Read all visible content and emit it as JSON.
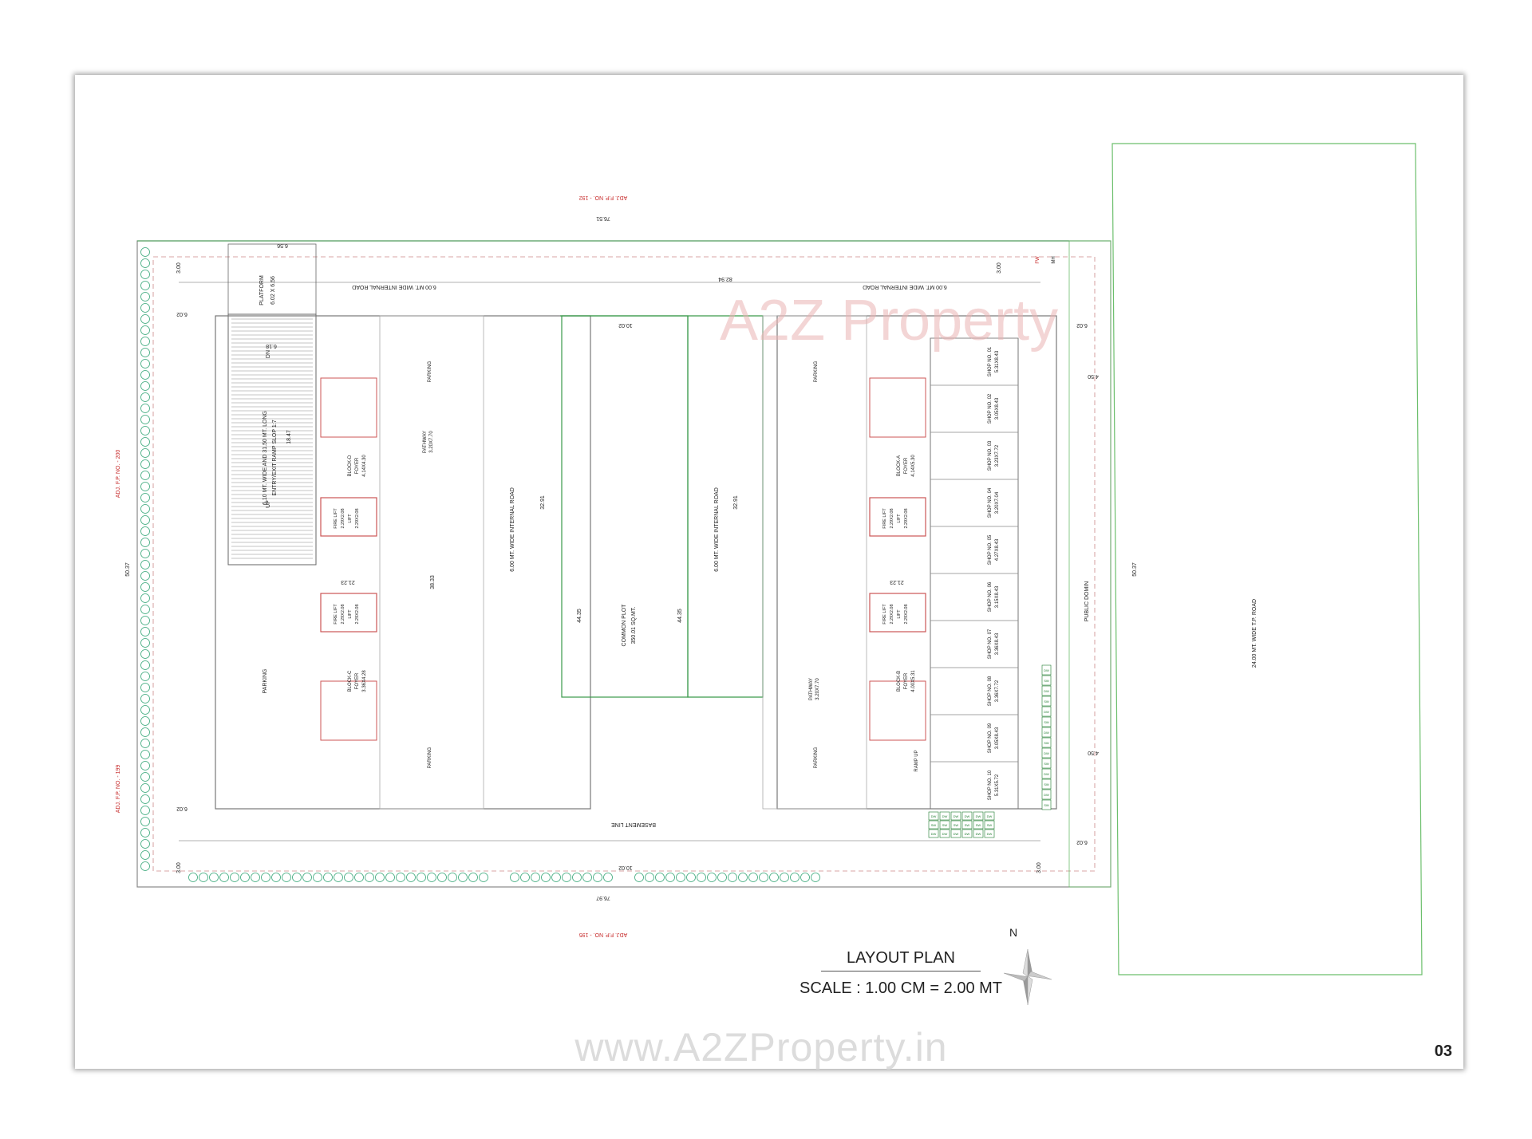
{
  "drawing": {
    "title": "LAYOUT PLAN",
    "scale": "SCALE : 1.00 CM = 2.00 MT",
    "page_number": "03",
    "watermark_url": "www.A2ZProperty.in",
    "watermark_logo": "A2Z Property",
    "north_label": "N"
  },
  "adjacent_plots": {
    "top": "ADJ. F.P. NO. - 192",
    "bottom": "ADJ. F.P. NO. - 195",
    "left_upper": "ADJ. F.P. NO. - 200",
    "left_lower": "ADJ. F.P. NO. - 199"
  },
  "dimensions": {
    "top_length": "76.51",
    "bottom_length": "76.97",
    "left_depth": "50.37",
    "right_depth": "50.37",
    "platform_span": "6.56",
    "right_span": "82.94",
    "common_top": "10.02",
    "common_bottom": "10.02",
    "common_left": "44.35",
    "common_right": "44.35",
    "road_left": "32.91",
    "road_right": "32.91",
    "margin_top_left": "3.00",
    "margin_top_right": "3.00",
    "margin_bottom_left": "3.00",
    "margin_bottom_right": "3.00",
    "margin_left_top": "6.02",
    "margin_left_bottom": "6.02",
    "margin_right_top": "6.02",
    "margin_right_bottom": "6.02",
    "public_domain_top": "4.50",
    "public_domain_bottom": "4.50",
    "ramp_length": "18.47",
    "ramp_width": "6.18",
    "parking_width": "38.33",
    "block_c_d_gap": "21.23",
    "block_a_b_gap": "21.23"
  },
  "labels": {
    "internal_road_top_left": "6.00 MT. WIDE INTERNAL ROAD",
    "internal_road_top_right": "6.00 MT. WIDE INTERNAL ROAD",
    "internal_road_left": "6.00 MT. WIDE INTERNAL ROAD",
    "internal_road_right": "6.00 MT. WIDE INTERNAL ROAD",
    "platform": "PLATFORM",
    "platform_size": "6.02 X 6.56",
    "ramp_line1": "6.10 MT. WIDE AND 31.50 MT. LONG",
    "ramp_line2": "ENTRY/EXIT RAMP SLOP 1:7",
    "ramp_up": "UP",
    "ramp_dn": "DN",
    "common_plot": "COMMON PLOT",
    "common_plot_area": "350.01 SQ.MT.",
    "basement_line": "BASEMENT LINE",
    "public_domain": "PUBLIC DOMIN",
    "tp_road": "24.00 MT. WIDE T.P. ROAD",
    "parking": "PARKING",
    "pathway": "PATHWAY",
    "pathway_size": "3.20X7.70",
    "ramp_up_small": "RAMP UP",
    "fp": "FW",
    "mh": "MH"
  },
  "blocks": [
    {
      "name": "BLOCK-D",
      "foyer": "FOYER",
      "size": "4.14X4.30",
      "lift": "LIFT",
      "lift_size": "2.29X2.08",
      "fire_lift": "FIRE LIFT",
      "fire_lift_size": "2.29X2.08"
    },
    {
      "name": "BLOCK-C",
      "foyer": "FOYER",
      "size": "3.36X4.28",
      "lift": "LIFT",
      "lift_size": "2.29X2.08",
      "fire_lift": "FIRE LIFT",
      "fire_lift_size": "2.29X2.08"
    },
    {
      "name": "BLOCK-A",
      "foyer": "FOYER",
      "size": "4.14X5.30",
      "lift": "LIFT",
      "lift_size": "2.29X2.08",
      "fire_lift": "FIRE LIFT",
      "fire_lift_size": "2.29X2.08"
    },
    {
      "name": "BLOCK-B",
      "foyer": "FOYER",
      "size": "4.00X5.31",
      "lift": "LIFT",
      "lift_size": "2.29X2.08",
      "fire_lift": "FIRE LIFT",
      "fire_lift_size": "2.29X2.08"
    }
  ],
  "shops": [
    {
      "name": "SHOP NO. 01",
      "size": "5.31X8.43"
    },
    {
      "name": "SHOP NO. 02",
      "size": "3.05X8.43"
    },
    {
      "name": "SHOP NO. 03",
      "size": "3.23X7.72"
    },
    {
      "name": "SHOP NO. 04",
      "size": "3.20X7.04"
    },
    {
      "name": "SHOP NO. 05",
      "size": "4.27X8.43"
    },
    {
      "name": "SHOP NO. 06",
      "size": "3.15X8.43"
    },
    {
      "name": "SHOP NO. 07",
      "size": "3.36X8.43"
    },
    {
      "name": "SHOP NO. 08",
      "size": "3.36X7.72"
    },
    {
      "name": "SHOP NO. 09",
      "size": "3.05X8.43"
    },
    {
      "name": "SHOP NO. 10",
      "size": "5.31X5.72"
    }
  ],
  "dustbins": {
    "dw": "DW",
    "sw": "SW"
  }
}
